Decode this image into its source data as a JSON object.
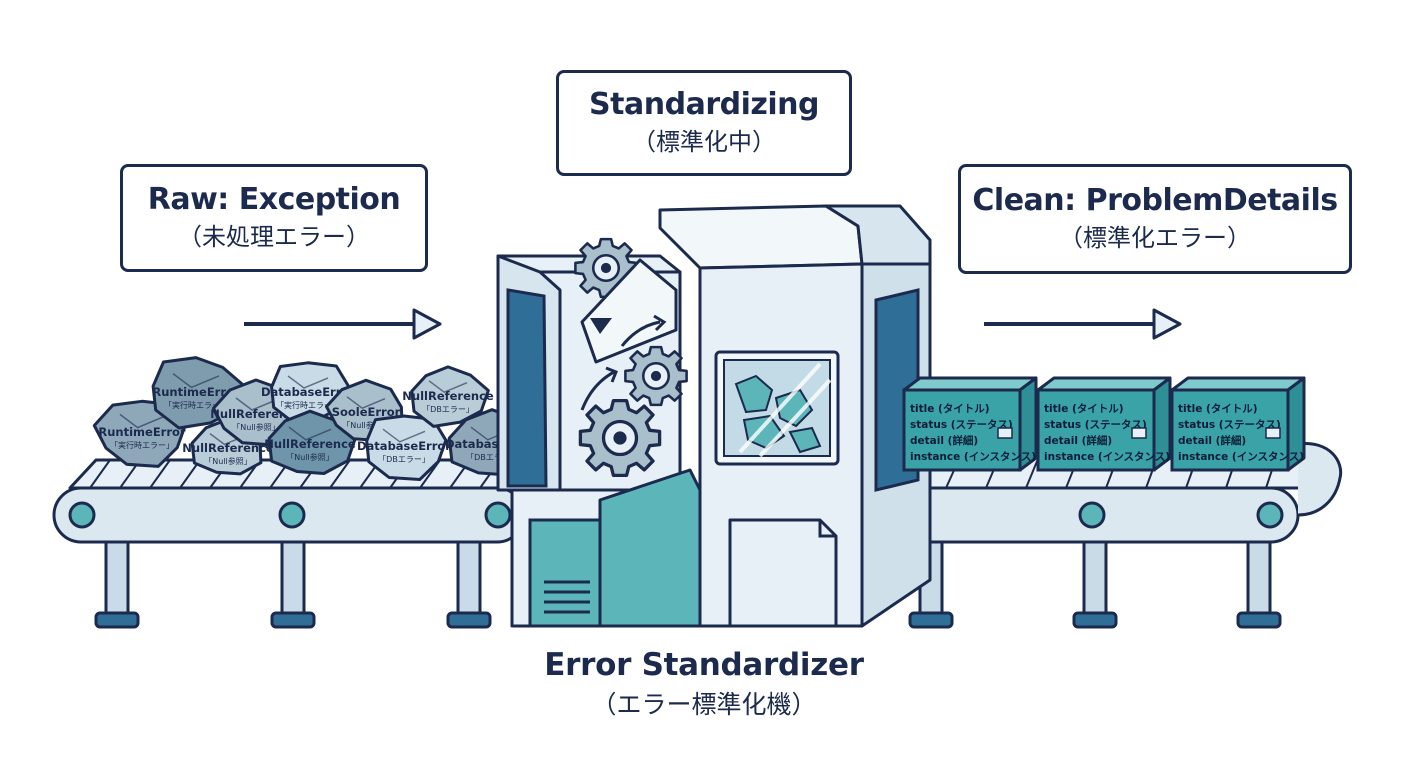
{
  "labels": {
    "raw": {
      "title": "Raw: Exception",
      "subtitle": "（未処理エラー）"
    },
    "standardizing": {
      "title": "Standardizing",
      "subtitle": "（標準化中）"
    },
    "clean": {
      "title": "Clean: ProblemDetails",
      "subtitle": "（標準化エラー）"
    },
    "machine": {
      "title": "Error Standardizer",
      "subtitle": "（エラー標準化機）"
    }
  },
  "raw_errors": [
    {
      "name": "RuntimeError",
      "note": "「実行時エラー」"
    },
    {
      "name": "RuntimeError",
      "note": "「実行時エラー」"
    },
    {
      "name": "NullReference",
      "note": "「Null参照」"
    },
    {
      "name": "NullReference",
      "note": "「Null参照」"
    },
    {
      "name": "DatabaseError",
      "note": "「実行時エラー」"
    },
    {
      "name": "NullReference",
      "note": "「Null参照」"
    },
    {
      "name": "SooleError",
      "note": "「Null参照」"
    },
    {
      "name": "DatabaseError",
      "note": "「DBエラー」"
    },
    {
      "name": "NullReference",
      "note": "「DBエラー」"
    },
    {
      "name": "DatabaseError",
      "note": "「DBエラー」"
    }
  ],
  "clean_boxes": [
    {
      "fields": [
        "title (タイトル)",
        "status (ステータス)",
        "detail (詳細)",
        "instance (インスタンス)"
      ]
    },
    {
      "fields": [
        "title (タイトル)",
        "status (ステータス)",
        "detail (詳細)",
        "instance (インスタンス)"
      ]
    },
    {
      "fields": [
        "title (タイトル)",
        "status (ステータス)",
        "detail (詳細)",
        "instance (インスタンス)"
      ]
    }
  ],
  "colors": {
    "outline": "#1c2a4d",
    "machine_light": "#e6f0f6",
    "machine_teal": "#5bb5b9",
    "machine_blue": "#2f6f97",
    "rock": "#8ea8b9",
    "box_teal": "#3aa3a8",
    "conveyor": "#dce8ef"
  }
}
